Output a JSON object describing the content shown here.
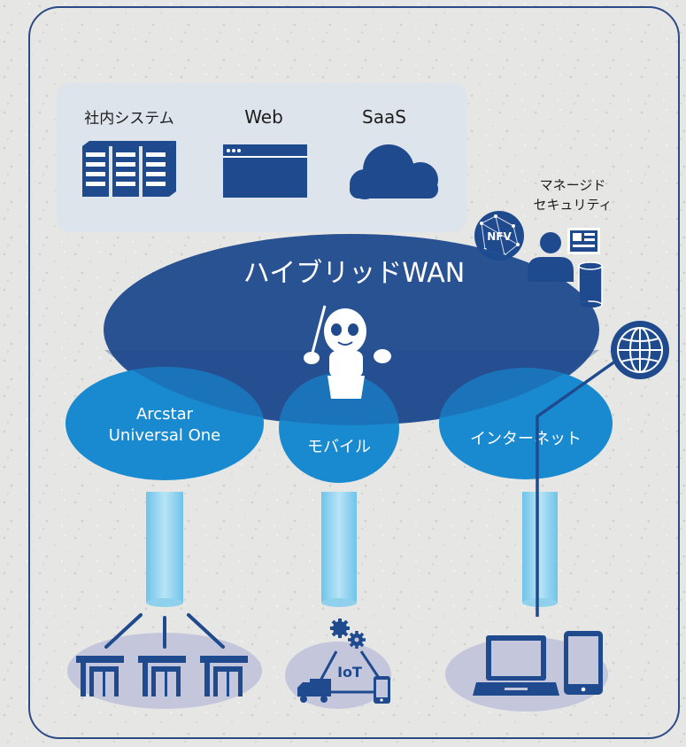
{
  "apps": {
    "internal_system": "社内システム",
    "web": "Web",
    "saas": "SaaS"
  },
  "hybrid_wan": "ハイブリッドWAN",
  "managed_security": {
    "line1": "マネージド",
    "line2": "セキュリティ"
  },
  "nfv_badge": "NFV",
  "networks": {
    "arcstar_line1": "Arcstar",
    "arcstar_line2": "Universal One",
    "mobile": "モバイル",
    "internet": "インターネット"
  },
  "iot_label": "IoT",
  "icons": [
    "server-icon",
    "browser-window-icon",
    "cloud-icon",
    "nfv-globe-icon",
    "security-person-icon",
    "database-icon",
    "globe-icon",
    "robot-icon",
    "store-icon",
    "gear-icon",
    "truck-icon",
    "phone-icon",
    "laptop-icon",
    "tablet-icon"
  ],
  "colors": {
    "navy": "#1f4a8e",
    "dark_navy": "#1b3c7a",
    "cyan": "#1a8ad0",
    "light_blue": "#8fd0ec",
    "lavender": "#c4c6dc",
    "panel": "#dde4ec",
    "frame": "#2c4a86"
  }
}
